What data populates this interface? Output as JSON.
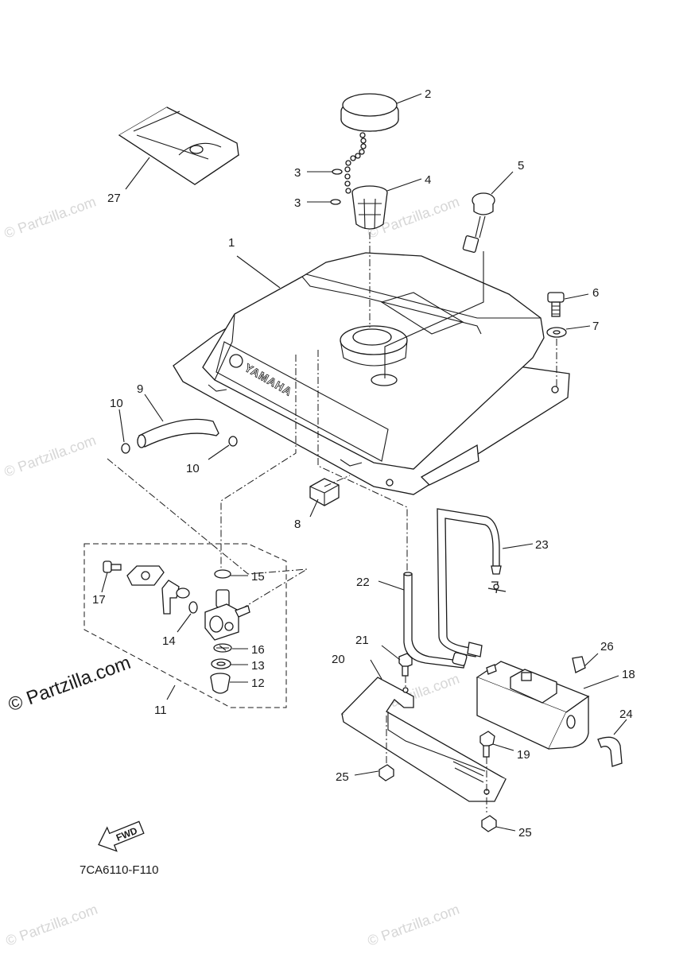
{
  "diagram": {
    "code": "7CA6110-F110",
    "fwd": "FWD",
    "brand_mark": "YAMAHA",
    "watermark": "© Partzilla.com",
    "watermark_small": "© Partzilla.com",
    "labels": {
      "p1": "1",
      "p2": "2",
      "p3a": "3",
      "p3b": "3",
      "p4": "4",
      "p5": "5",
      "p6": "6",
      "p7": "7",
      "p8": "8",
      "p9": "9",
      "p10a": "10",
      "p10b": "10",
      "p11": "11",
      "p12": "12",
      "p13": "13",
      "p14": "14",
      "p15": "15",
      "p16": "16",
      "p17": "17",
      "p18": "18",
      "p19": "19",
      "p20": "20",
      "p21": "21",
      "p22": "22",
      "p23": "23",
      "p24": "24",
      "p25a": "25",
      "p25b": "25",
      "p26": "26",
      "p27": "27"
    }
  }
}
